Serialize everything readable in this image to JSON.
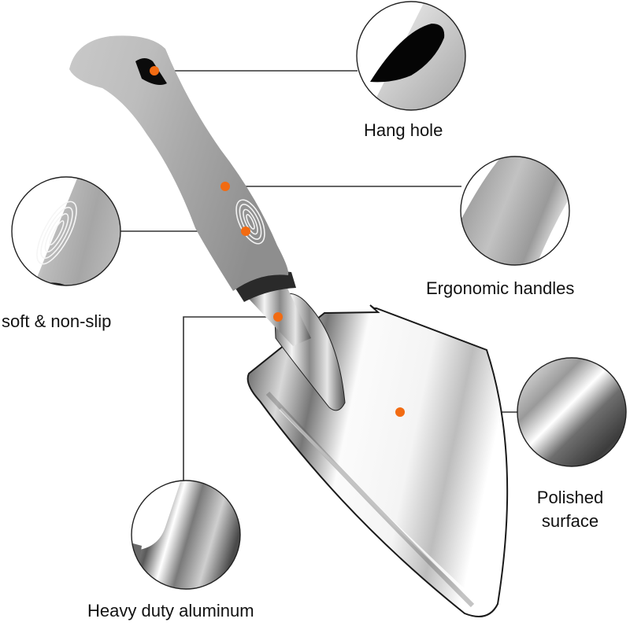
{
  "infographic": {
    "subject": "Garden hand trowel",
    "accent_color": "#f26b12",
    "line_color": "#333333",
    "callouts": [
      {
        "id": "hang-hole",
        "label": "Hang hole"
      },
      {
        "id": "ergonomic-handles",
        "label": "Ergonomic handles"
      },
      {
        "id": "soft-non-slip",
        "label": "soft & non-slip"
      },
      {
        "id": "heavy-duty-aluminum",
        "label": "Heavy duty aluminum"
      },
      {
        "id": "polished-surface",
        "label_line1": "Polished",
        "label_line2": "surface"
      }
    ]
  }
}
